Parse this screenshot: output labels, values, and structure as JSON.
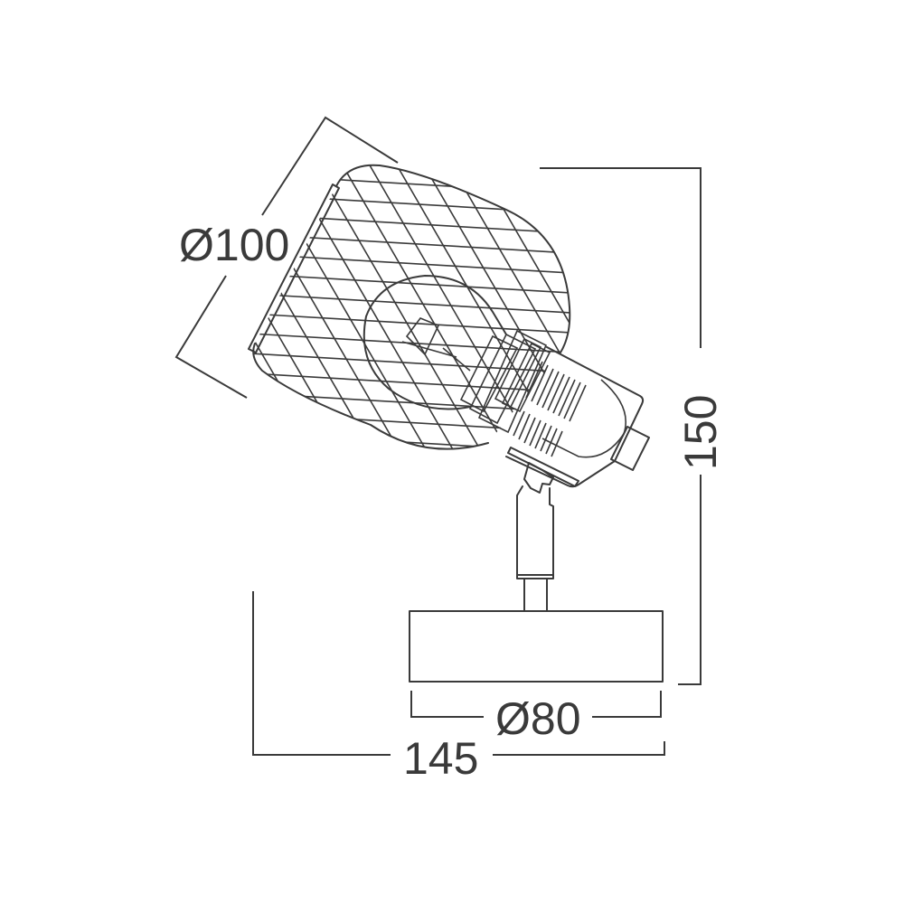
{
  "drawing": {
    "subject": "Adjustable spotlight with mesh cage shade",
    "line_color": "#3a3a3a",
    "background": "#ffffff",
    "dimensions": {
      "shade_diameter": "Ø100",
      "total_height": "150",
      "base_diameter": "Ø80",
      "total_width": "145"
    }
  }
}
